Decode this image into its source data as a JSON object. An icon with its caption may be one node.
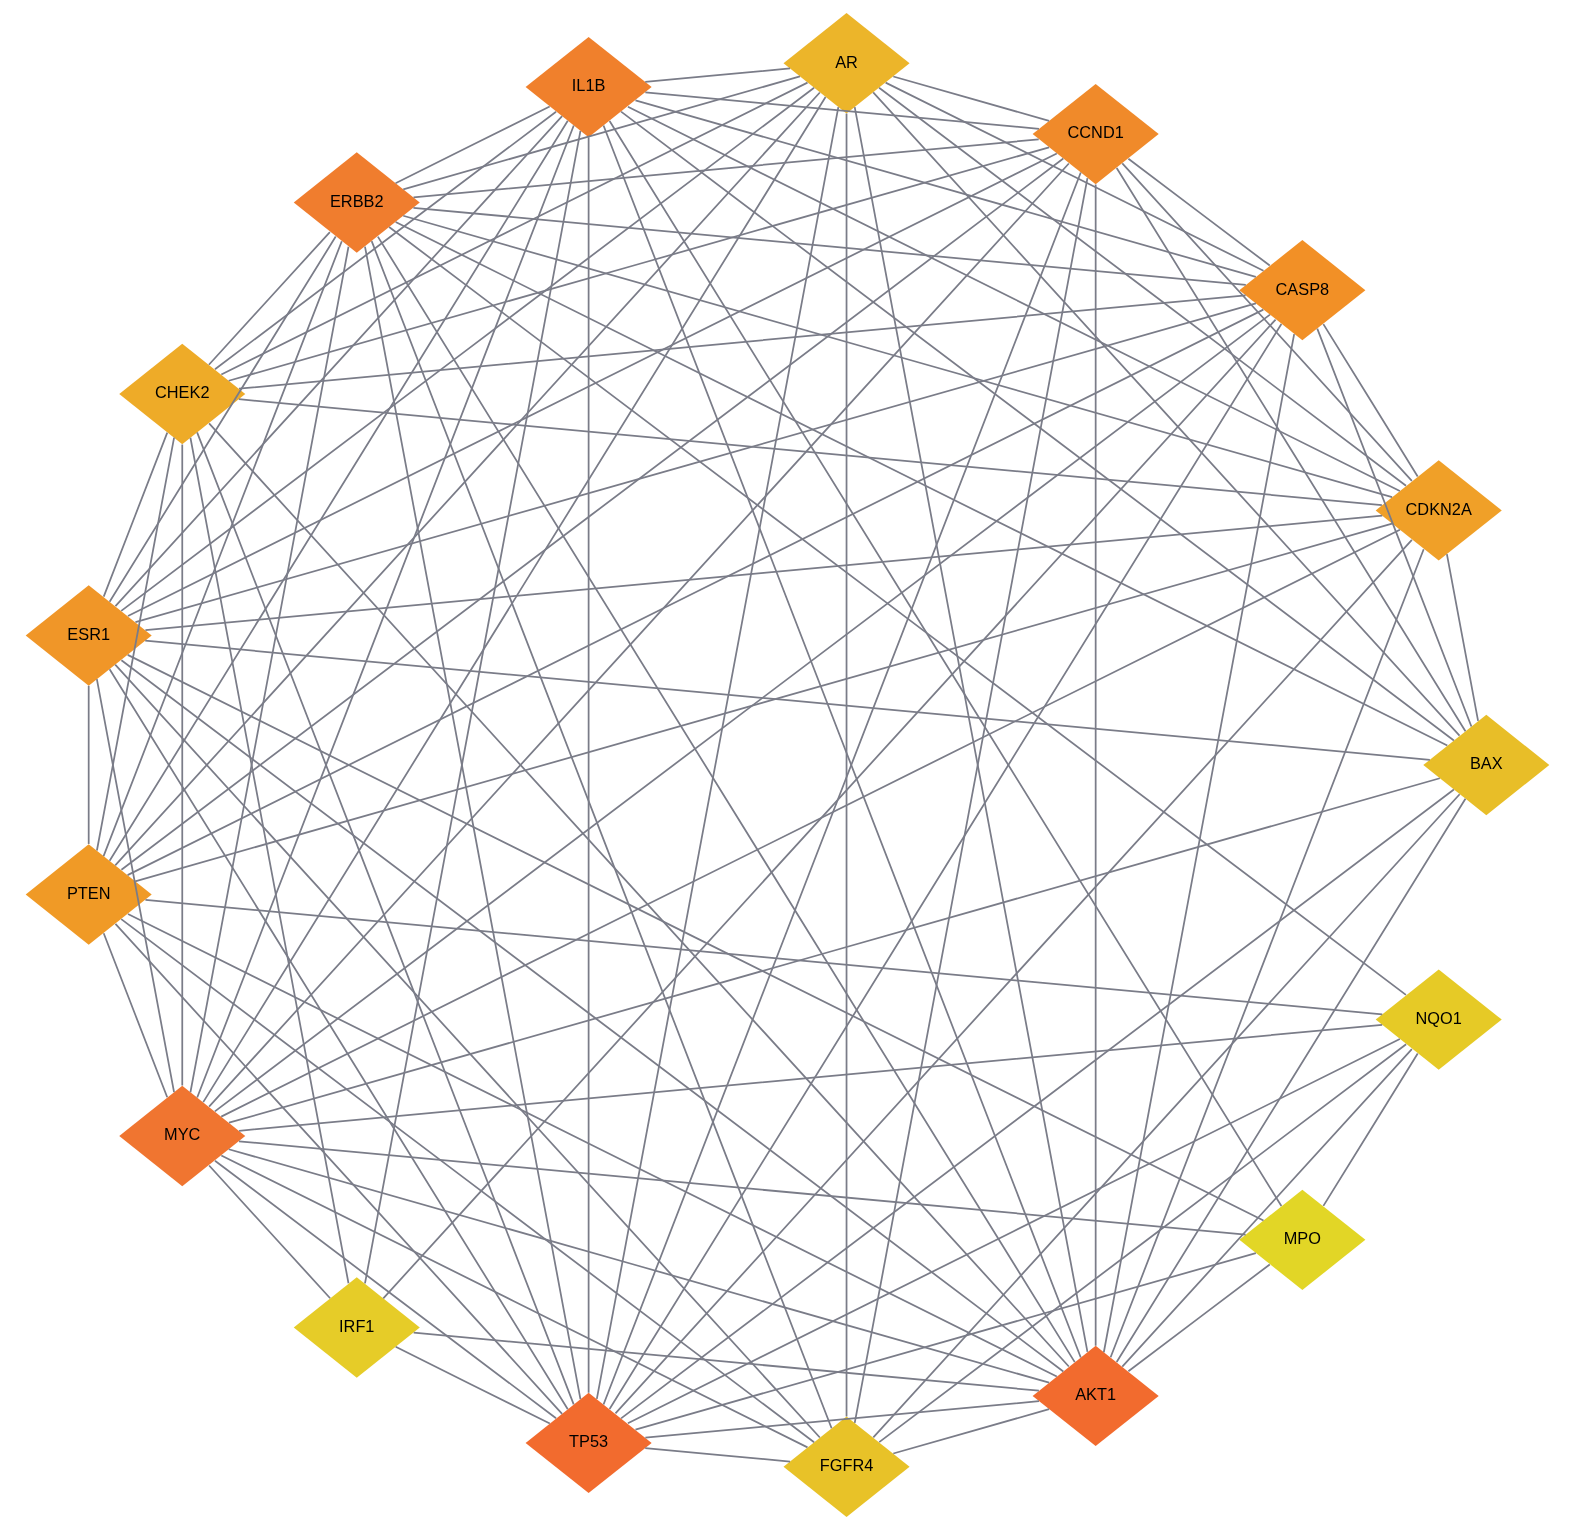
{
  "diagram": {
    "nodes": [
      {
        "text": [
          "ESR1"
        ]
      },
      {
        "text": [
          "PTEN"
        ]
      },
      {
        "text": [
          "CDKN2A"
        ]
      },
      {
        "text": [
          "CHEK2"
        ]
      },
      {
        "text": [
          "AR"
        ]
      },
      {
        "text": [
          "BAX"
        ]
      },
      {
        "text": [
          "FGFR4"
        ]
      },
      {
        "text": [
          "NQO1"
        ]
      },
      {
        "text": [
          "IRF1"
        ]
      },
      {
        "text": [
          "MPO"
        ]
      },
      {
        "text": [
          "AKT1"
        ]
      },
      {
        "text": [
          "TP53"
        ]
      },
      {
        "text": [
          "MYC"
        ]
      },
      {
        "text": [
          "ERBB2"
        ]
      },
      {
        "text": [
          "IL1B"
        ]
      },
      {
        "text": [
          "CCND1"
        ]
      },
      {
        "text": [
          "CASP8"
        ]
      }
    ],
    "edges": [
      {
        "from": 10,
        "to": 0,
        "arrow": "none"
      },
      {
        "from": 10,
        "to": 1,
        "arrow": "none"
      },
      {
        "from": 10,
        "to": 2,
        "arrow": "none"
      },
      {
        "from": 10,
        "to": 3,
        "arrow": "none"
      },
      {
        "from": 10,
        "to": 4,
        "arrow": "none"
      },
      {
        "from": 10,
        "to": 5,
        "arrow": "none"
      },
      {
        "from": 10,
        "to": 6,
        "arrow": "none"
      },
      {
        "from": 10,
        "to": 7,
        "arrow": "none"
      },
      {
        "from": 10,
        "to": 8,
        "arrow": "none"
      },
      {
        "from": 10,
        "to": 9,
        "arrow": "none"
      },
      {
        "from": 10,
        "to": 11,
        "arrow": "none"
      },
      {
        "from": 10,
        "to": 12,
        "arrow": "none"
      },
      {
        "from": 10,
        "to": 13,
        "arrow": "none"
      },
      {
        "from": 10,
        "to": 14,
        "arrow": "none"
      },
      {
        "from": 10,
        "to": 15,
        "arrow": "none"
      },
      {
        "from": 10,
        "to": 16,
        "arrow": "none"
      },
      {
        "from": 11,
        "to": 0,
        "arrow": "none"
      },
      {
        "from": 11,
        "to": 1,
        "arrow": "none"
      },
      {
        "from": 11,
        "to": 2,
        "arrow": "none"
      },
      {
        "from": 11,
        "to": 3,
        "arrow": "none"
      },
      {
        "from": 11,
        "to": 4,
        "arrow": "none"
      },
      {
        "from": 11,
        "to": 5,
        "arrow": "none"
      },
      {
        "from": 11,
        "to": 6,
        "arrow": "none"
      },
      {
        "from": 11,
        "to": 7,
        "arrow": "none"
      },
      {
        "from": 11,
        "to": 8,
        "arrow": "none"
      },
      {
        "from": 11,
        "to": 9,
        "arrow": "none"
      },
      {
        "from": 11,
        "to": 12,
        "arrow": "none"
      },
      {
        "from": 11,
        "to": 13,
        "arrow": "none"
      },
      {
        "from": 11,
        "to": 14,
        "arrow": "none"
      },
      {
        "from": 11,
        "to": 15,
        "arrow": "none"
      },
      {
        "from": 11,
        "to": 16,
        "arrow": "none"
      },
      {
        "from": 12,
        "to": 0,
        "arrow": "none"
      },
      {
        "from": 12,
        "to": 1,
        "arrow": "none"
      },
      {
        "from": 12,
        "to": 2,
        "arrow": "none"
      },
      {
        "from": 12,
        "to": 3,
        "arrow": "none"
      },
      {
        "from": 12,
        "to": 4,
        "arrow": "none"
      },
      {
        "from": 12,
        "to": 5,
        "arrow": "none"
      },
      {
        "from": 12,
        "to": 6,
        "arrow": "none"
      },
      {
        "from": 12,
        "to": 7,
        "arrow": "none"
      },
      {
        "from": 12,
        "to": 8,
        "arrow": "none"
      },
      {
        "from": 12,
        "to": 9,
        "arrow": "none"
      },
      {
        "from": 12,
        "to": 13,
        "arrow": "none"
      },
      {
        "from": 12,
        "to": 14,
        "arrow": "none"
      },
      {
        "from": 12,
        "to": 15,
        "arrow": "none"
      },
      {
        "from": 12,
        "to": 16,
        "arrow": "none"
      },
      {
        "from": 13,
        "to": 0,
        "arrow": "none"
      },
      {
        "from": 13,
        "to": 1,
        "arrow": "none"
      },
      {
        "from": 13,
        "to": 2,
        "arrow": "none"
      },
      {
        "from": 13,
        "to": 3,
        "arrow": "none"
      },
      {
        "from": 13,
        "to": 4,
        "arrow": "none"
      },
      {
        "from": 13,
        "to": 5,
        "arrow": "none"
      },
      {
        "from": 13,
        "to": 6,
        "arrow": "none"
      },
      {
        "from": 13,
        "to": 7,
        "arrow": "none"
      },
      {
        "from": 13,
        "to": 14,
        "arrow": "none"
      },
      {
        "from": 13,
        "to": 15,
        "arrow": "none"
      },
      {
        "from": 13,
        "to": 16,
        "arrow": "none"
      },
      {
        "from": 14,
        "to": 0,
        "arrow": "none"
      },
      {
        "from": 14,
        "to": 1,
        "arrow": "none"
      },
      {
        "from": 14,
        "to": 2,
        "arrow": "none"
      },
      {
        "from": 14,
        "to": 3,
        "arrow": "none"
      },
      {
        "from": 14,
        "to": 4,
        "arrow": "none"
      },
      {
        "from": 14,
        "to": 5,
        "arrow": "none"
      },
      {
        "from": 14,
        "to": 8,
        "arrow": "none"
      },
      {
        "from": 14,
        "to": 9,
        "arrow": "none"
      },
      {
        "from": 14,
        "to": 15,
        "arrow": "none"
      },
      {
        "from": 14,
        "to": 16,
        "arrow": "none"
      },
      {
        "from": 15,
        "to": 0,
        "arrow": "none"
      },
      {
        "from": 15,
        "to": 1,
        "arrow": "none"
      },
      {
        "from": 15,
        "to": 2,
        "arrow": "none"
      },
      {
        "from": 15,
        "to": 3,
        "arrow": "none"
      },
      {
        "from": 15,
        "to": 4,
        "arrow": "none"
      },
      {
        "from": 15,
        "to": 5,
        "arrow": "none"
      },
      {
        "from": 15,
        "to": 6,
        "arrow": "none"
      },
      {
        "from": 15,
        "to": 16,
        "arrow": "none"
      },
      {
        "from": 16,
        "to": 0,
        "arrow": "none"
      },
      {
        "from": 16,
        "to": 1,
        "arrow": "none"
      },
      {
        "from": 16,
        "to": 2,
        "arrow": "none"
      },
      {
        "from": 16,
        "to": 3,
        "arrow": "none"
      },
      {
        "from": 16,
        "to": 4,
        "arrow": "none"
      },
      {
        "from": 16,
        "to": 5,
        "arrow": "none"
      },
      {
        "from": 16,
        "to": 8,
        "arrow": "none"
      },
      {
        "from": 0,
        "to": 1,
        "arrow": "none"
      },
      {
        "from": 0,
        "to": 2,
        "arrow": "none"
      },
      {
        "from": 0,
        "to": 3,
        "arrow": "none"
      },
      {
        "from": 0,
        "to": 4,
        "arrow": "none"
      },
      {
        "from": 0,
        "to": 5,
        "arrow": "none"
      },
      {
        "from": 0,
        "to": 6,
        "arrow": "none"
      },
      {
        "from": 0,
        "to": 9,
        "arrow": "none"
      },
      {
        "from": 1,
        "to": 2,
        "arrow": "none"
      },
      {
        "from": 1,
        "to": 3,
        "arrow": "none"
      },
      {
        "from": 1,
        "to": 4,
        "arrow": "none"
      },
      {
        "from": 1,
        "to": 6,
        "arrow": "none"
      },
      {
        "from": 1,
        "to": 7,
        "arrow": "none"
      },
      {
        "from": 2,
        "to": 3,
        "arrow": "none"
      },
      {
        "from": 2,
        "to": 4,
        "arrow": "none"
      },
      {
        "from": 2,
        "to": 5,
        "arrow": "none"
      },
      {
        "from": 3,
        "to": 4,
        "arrow": "none"
      },
      {
        "from": 3,
        "to": 8,
        "arrow": "none"
      },
      {
        "from": 4,
        "to": 5,
        "arrow": "none"
      },
      {
        "from": 4,
        "to": 6,
        "arrow": "none"
      },
      {
        "from": 5,
        "to": 6,
        "arrow": "none"
      },
      {
        "from": 6,
        "to": 7,
        "arrow": "none"
      },
      {
        "from": 7,
        "to": 9,
        "arrow": "none"
      }
    ]
  }
}
